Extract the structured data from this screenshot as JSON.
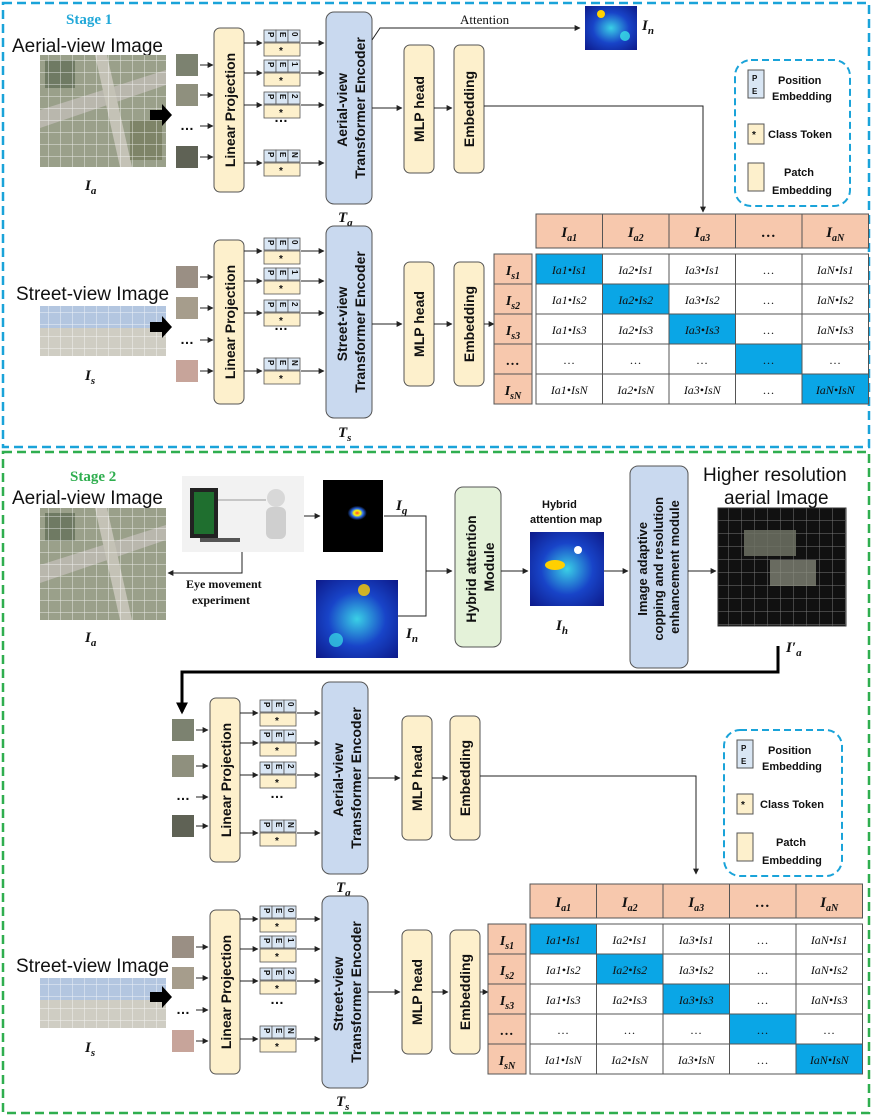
{
  "stage1": {
    "label": "Stage 1",
    "aerial_caption": "Aerial-view Image",
    "aerial_symbol": "I",
    "aerial_symbol_sub": "a",
    "street_caption": "Street-view Image",
    "street_symbol": "I",
    "street_symbol_sub": "s",
    "linear_projection": "Linear Projection",
    "aerial_encoder": "Aerial-view Transformer Encoder",
    "street_encoder": "Street-view Transformer Encoder",
    "aerial_encoder_sym": "T",
    "aerial_encoder_sub": "a",
    "street_encoder_sym": "T",
    "street_encoder_sub": "s",
    "mlp_head": "MLP head",
    "embedding": "Embedding",
    "attention": "Attention",
    "attn_symbol": "I",
    "attn_symbol_sub": "n",
    "ellipsis": "…"
  },
  "legend": {
    "position_embedding_1": "Position",
    "position_embedding_2": "Embedding",
    "class_token": "Class Token",
    "patch_embedding_1": "Patch",
    "patch_embedding_2": "Embedding",
    "pe_letters": "P E",
    "star": "*"
  },
  "tokens": {
    "p": "P",
    "e": "E",
    "star": "*",
    "idx": [
      "0",
      "1",
      "2",
      "N"
    ]
  },
  "stage2": {
    "label": "Stage 2",
    "aerial_caption": "Aerial-view Image",
    "eye_movement_1": "Eye movement",
    "eye_movement_2": "experiment",
    "gaze_symbol": "I",
    "gaze_symbol_sub": "g",
    "attn_symbol": "I",
    "attn_symbol_sub": "n",
    "hybrid_module": "Hybrid attention Module",
    "hybrid_map_1": "Hybrid",
    "hybrid_map_2": "attention map",
    "hybrid_symbol": "I",
    "hybrid_symbol_sub": "h",
    "enhancement_module": "Image adaptive copping and resolution enhancement module",
    "higher_res_1": "Higher resolution",
    "higher_res_2": "aerial Image",
    "higher_symbol": "I′",
    "higher_symbol_sub": "a",
    "aerial_symbol": "I",
    "aerial_symbol_sub": "a",
    "street_caption": "Street-view Image",
    "street_symbol": "I",
    "street_symbol_sub": "s"
  },
  "matrix": {
    "col_headers": [
      {
        "sym": "I",
        "sub": "a1"
      },
      {
        "sym": "I",
        "sub": "a2"
      },
      {
        "sym": "I",
        "sub": "a3"
      },
      {
        "sym": "…",
        "sub": ""
      },
      {
        "sym": "I",
        "sub": "aN"
      }
    ],
    "row_headers": [
      {
        "sym": "I",
        "sub": "s1"
      },
      {
        "sym": "I",
        "sub": "s2"
      },
      {
        "sym": "I",
        "sub": "s3"
      },
      {
        "sym": "…",
        "sub": ""
      },
      {
        "sym": "I",
        "sub": "sN"
      }
    ],
    "cells": [
      [
        "Ia1•Is1",
        "Ia2•Is1",
        "Ia3•Is1",
        "…",
        "IaN•Is1"
      ],
      [
        "Ia1•Is2",
        "Ia2•Is2",
        "Ia3•Is2",
        "…",
        "IaN•Is2"
      ],
      [
        "Ia1•Is3",
        "Ia2•Is3",
        "Ia3•Is3",
        "…",
        "IaN•Is3"
      ],
      [
        "…",
        "…",
        "…",
        "…",
        "…"
      ],
      [
        "Ia1•IsN",
        "Ia2•IsN",
        "Ia3•IsN",
        "…",
        "IaN•IsN"
      ]
    ],
    "diag_color": "#0aa6e6",
    "header_color": "#f7c8ad"
  },
  "colors": {
    "stage_border": "#1aa3d9",
    "stage2_border": "#2fae4f",
    "stage1_label": "#22a8d8",
    "stage2_label": "#2fae4f",
    "box_yellow": "#fdf0cc",
    "box_blue": "#c9d9ef",
    "box_green": "#e4f2d9"
  }
}
